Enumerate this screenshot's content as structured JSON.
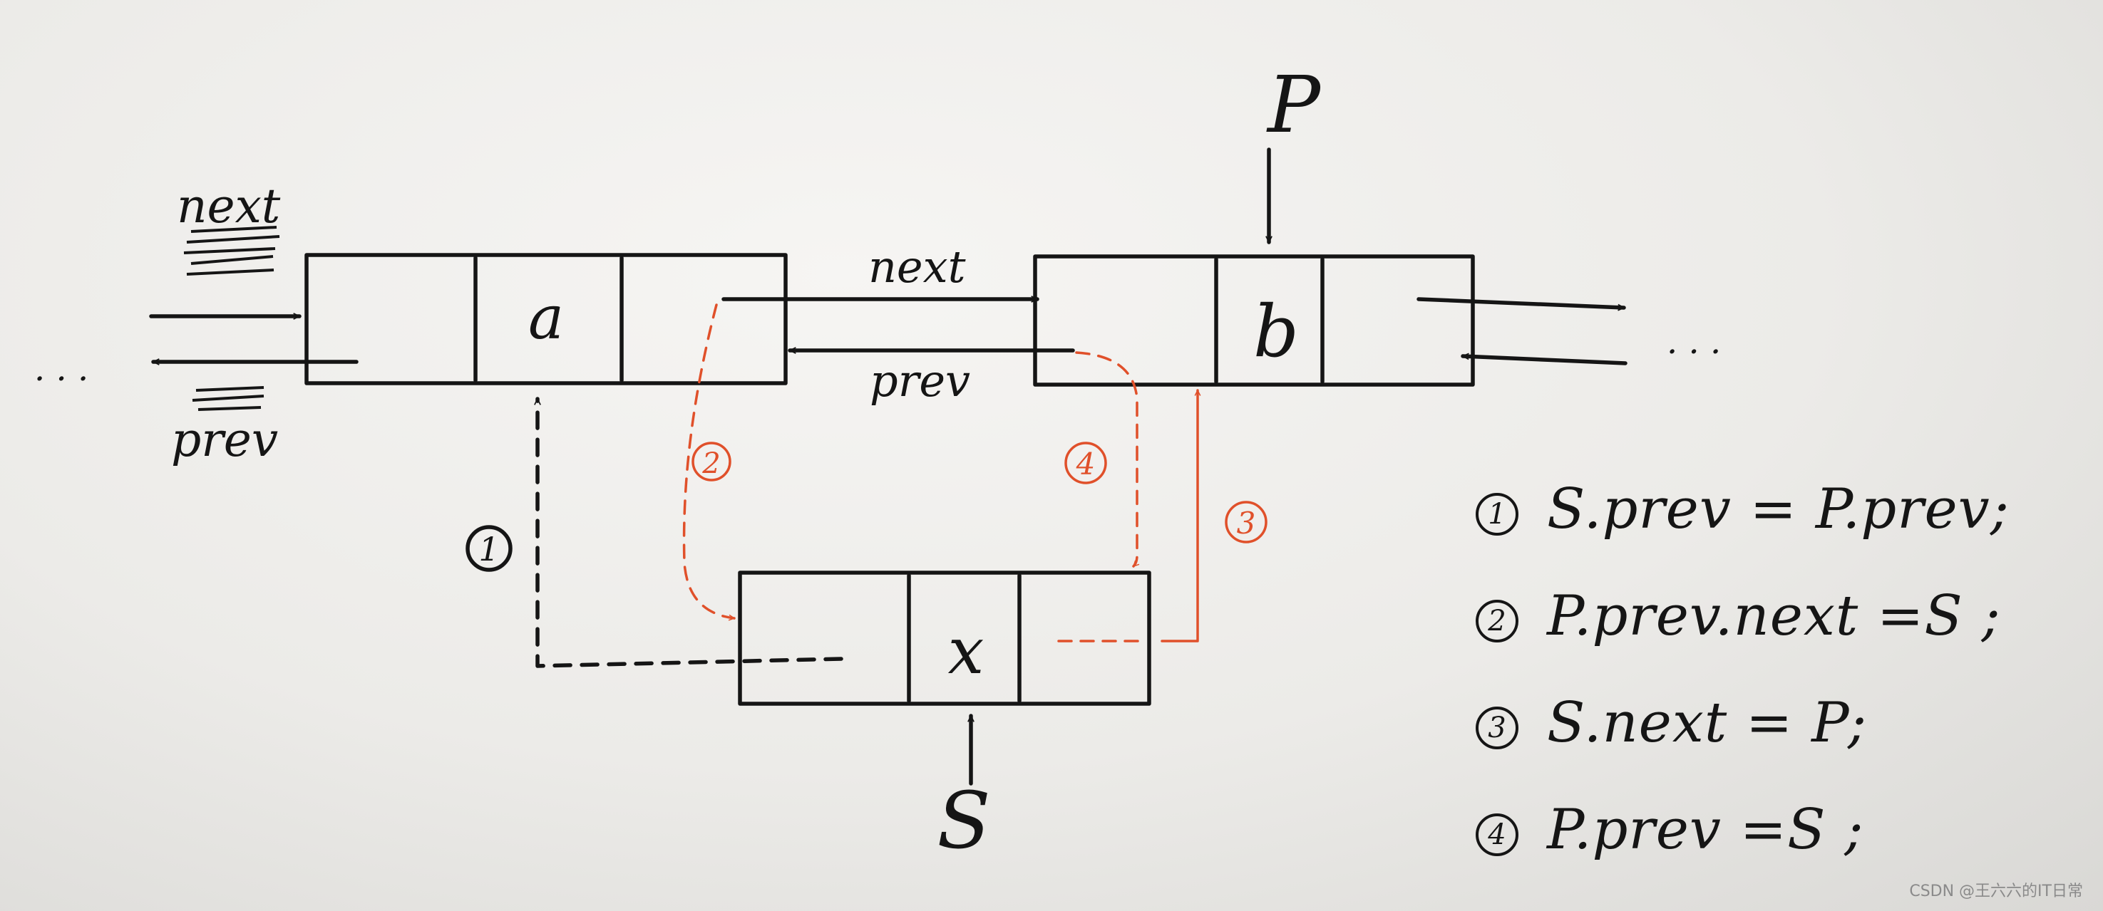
{
  "labels": {
    "left_next": "next",
    "left_prev": "prev",
    "mid_next": "next",
    "mid_prev": "prev",
    "ellipsis_left": "· · ·",
    "ellipsis_right": "· · ·",
    "pointer_p": "P",
    "pointer_s": "S"
  },
  "nodes": {
    "a": {
      "value": "a"
    },
    "b": {
      "value": "b"
    },
    "x": {
      "value": "x"
    }
  },
  "step_markers": [
    "1",
    "2",
    "3",
    "4"
  ],
  "steps": [
    {
      "num": "1",
      "code": "S.prev = P.prev;"
    },
    {
      "num": "2",
      "code": "P.prev.next =S ;"
    },
    {
      "num": "3",
      "code": "S.next = P;"
    },
    {
      "num": "4",
      "code": "P.prev =S ;"
    }
  ],
  "watermark": "CSDN @王六六的IT日常",
  "colors": {
    "ink": "#151515",
    "annotation": "#e0502a",
    "paper": "#ecebe8"
  }
}
